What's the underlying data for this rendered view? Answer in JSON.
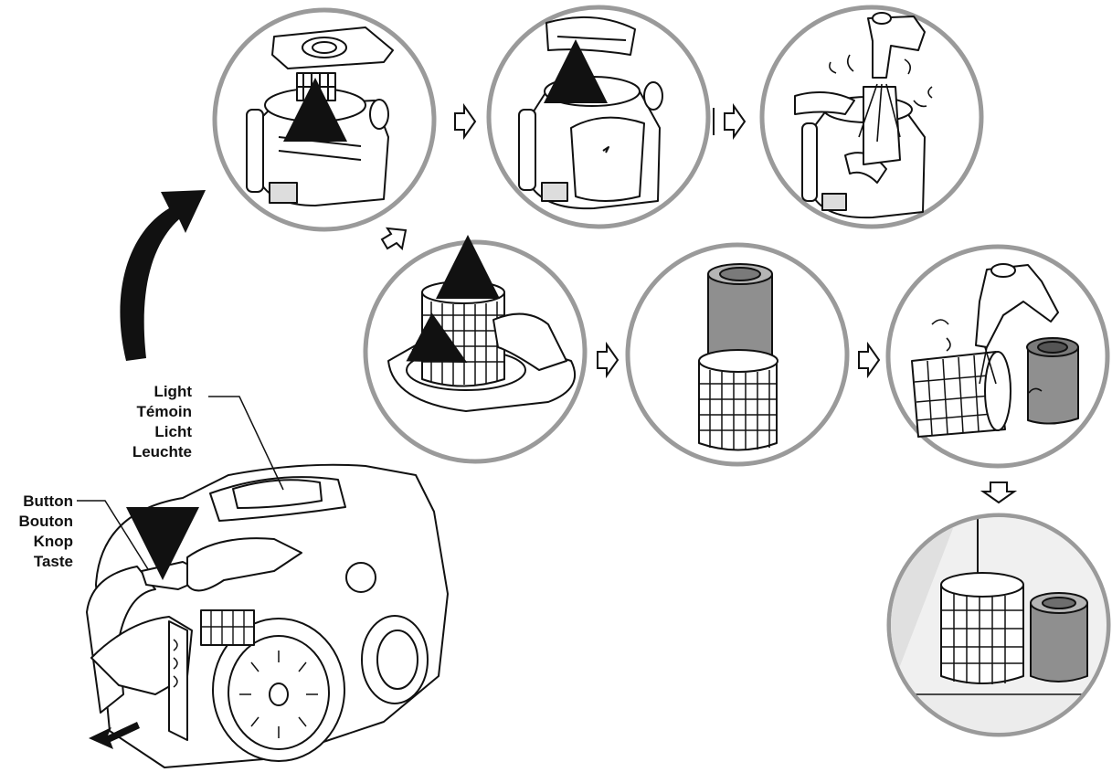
{
  "labels": {
    "light": [
      "Light",
      "Témoin",
      "Licht",
      "Leuchte"
    ],
    "button": [
      "Button",
      "Bouton",
      "Knop",
      "Taste"
    ]
  },
  "colors": {
    "ink": "#111111",
    "circle_stroke": "#9a9a9a",
    "filter_grey": "#8f8f8f",
    "filter_dark": "#6e6e6e",
    "panel_light": "#f2f2f2",
    "panel_shadow": "#d9d9d9"
  },
  "steps": [
    {
      "icon": "vacuum-overview"
    },
    {
      "icon": "remove-top-cover-icon"
    },
    {
      "icon": "lift-dust-lid-icon"
    },
    {
      "icon": "wash-container-icon"
    },
    {
      "icon": "twist-out-filter-icon"
    },
    {
      "icon": "separate-foam-sleeve-icon"
    },
    {
      "icon": "rinse-filter-icon"
    },
    {
      "icon": "dry-filter-icon"
    }
  ]
}
